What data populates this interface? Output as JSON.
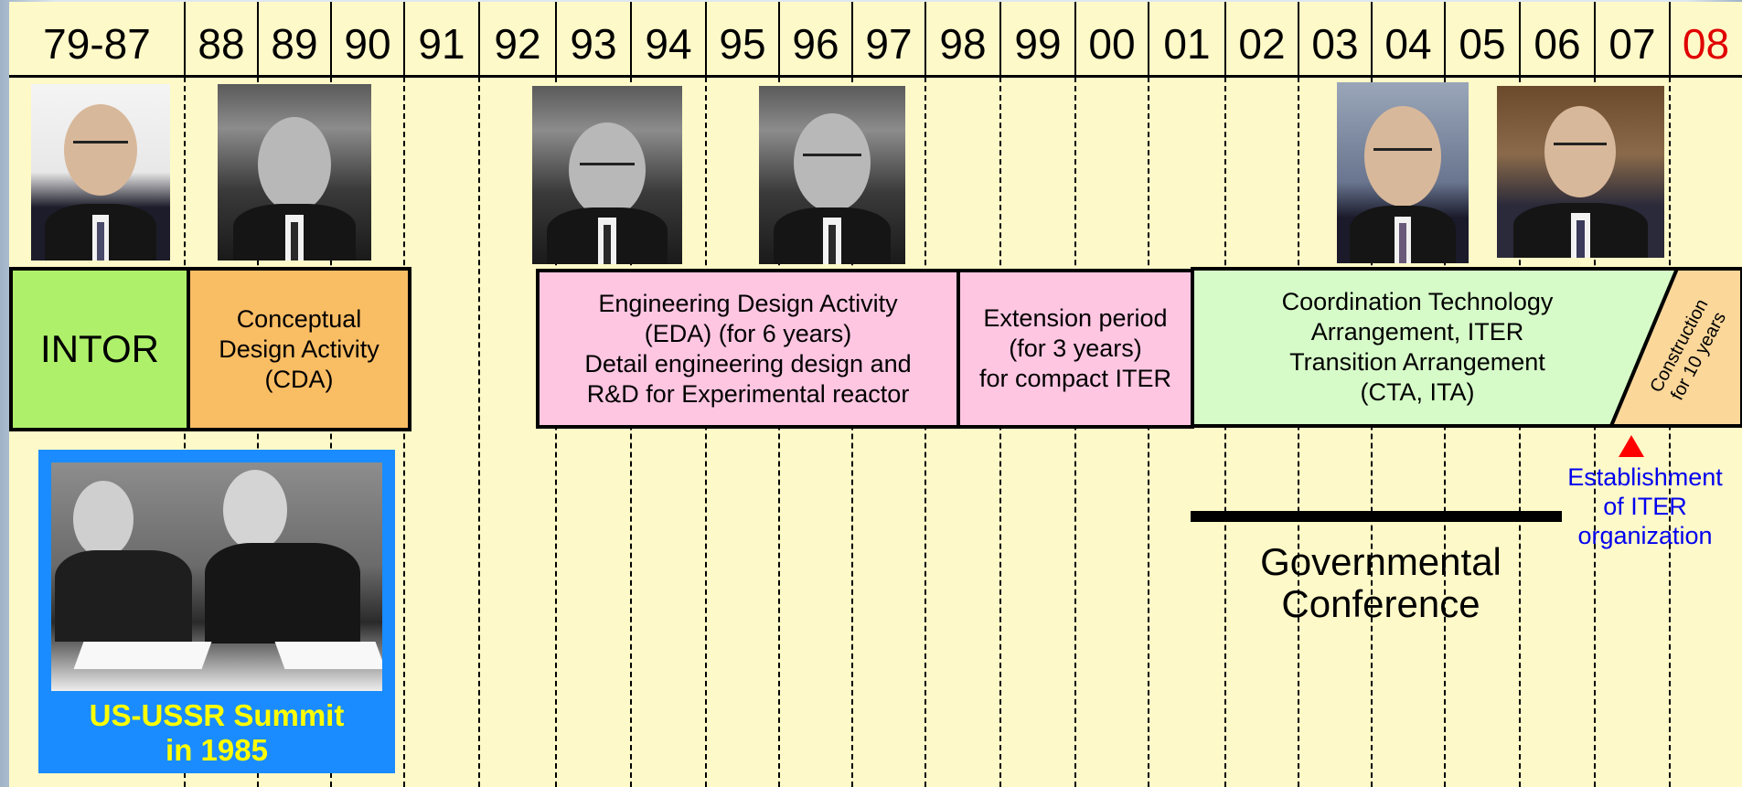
{
  "header": {
    "years": [
      "79-87",
      "88",
      "89",
      "90",
      "91",
      "92",
      "93",
      "94",
      "95",
      "96",
      "97",
      "98",
      "99",
      "00",
      "01",
      "02",
      "03",
      "04",
      "05",
      "06",
      "07",
      "08"
    ],
    "highlight_color": "#e00000"
  },
  "phases": {
    "intor": {
      "label": "INTOR",
      "color": "#aef06a"
    },
    "cda": {
      "line1": "Conceptual",
      "line2": "Design Activity",
      "line3": "(CDA)",
      "color": "#f9bd64"
    },
    "eda": {
      "line1": "Engineering Design Activity",
      "line2": "(EDA) (for 6 years)",
      "line3": "Detail engineering design and",
      "line4": "R&D for Experimental reactor",
      "color": "#ffc6e2"
    },
    "extension": {
      "line1": "Extension period",
      "line2": "(for 3 years)",
      "line3": "for compact ITER",
      "color": "#ffc6e2"
    },
    "cta": {
      "line1": "Coordination Technology",
      "line2": "Arrangement, ITER",
      "line3": "Transition Arrangement",
      "line4": "(CTA, ITA)",
      "color": "#d6fbc8"
    },
    "construction": {
      "line1": "Construction",
      "line2": "for 10 years",
      "color": "#fbd79a"
    }
  },
  "summit": {
    "line1": "US-USSR Summit",
    "line2": "in 1985",
    "bg": "#1a8cff",
    "text_color": "#ffff00"
  },
  "milestone": {
    "line1": "Establishment",
    "line2": "of ITER",
    "line3": "organization",
    "marker_color": "#ff0000",
    "text_color": "#0000ee"
  },
  "governmental": {
    "line1": "Governmental",
    "line2": "Conference"
  }
}
